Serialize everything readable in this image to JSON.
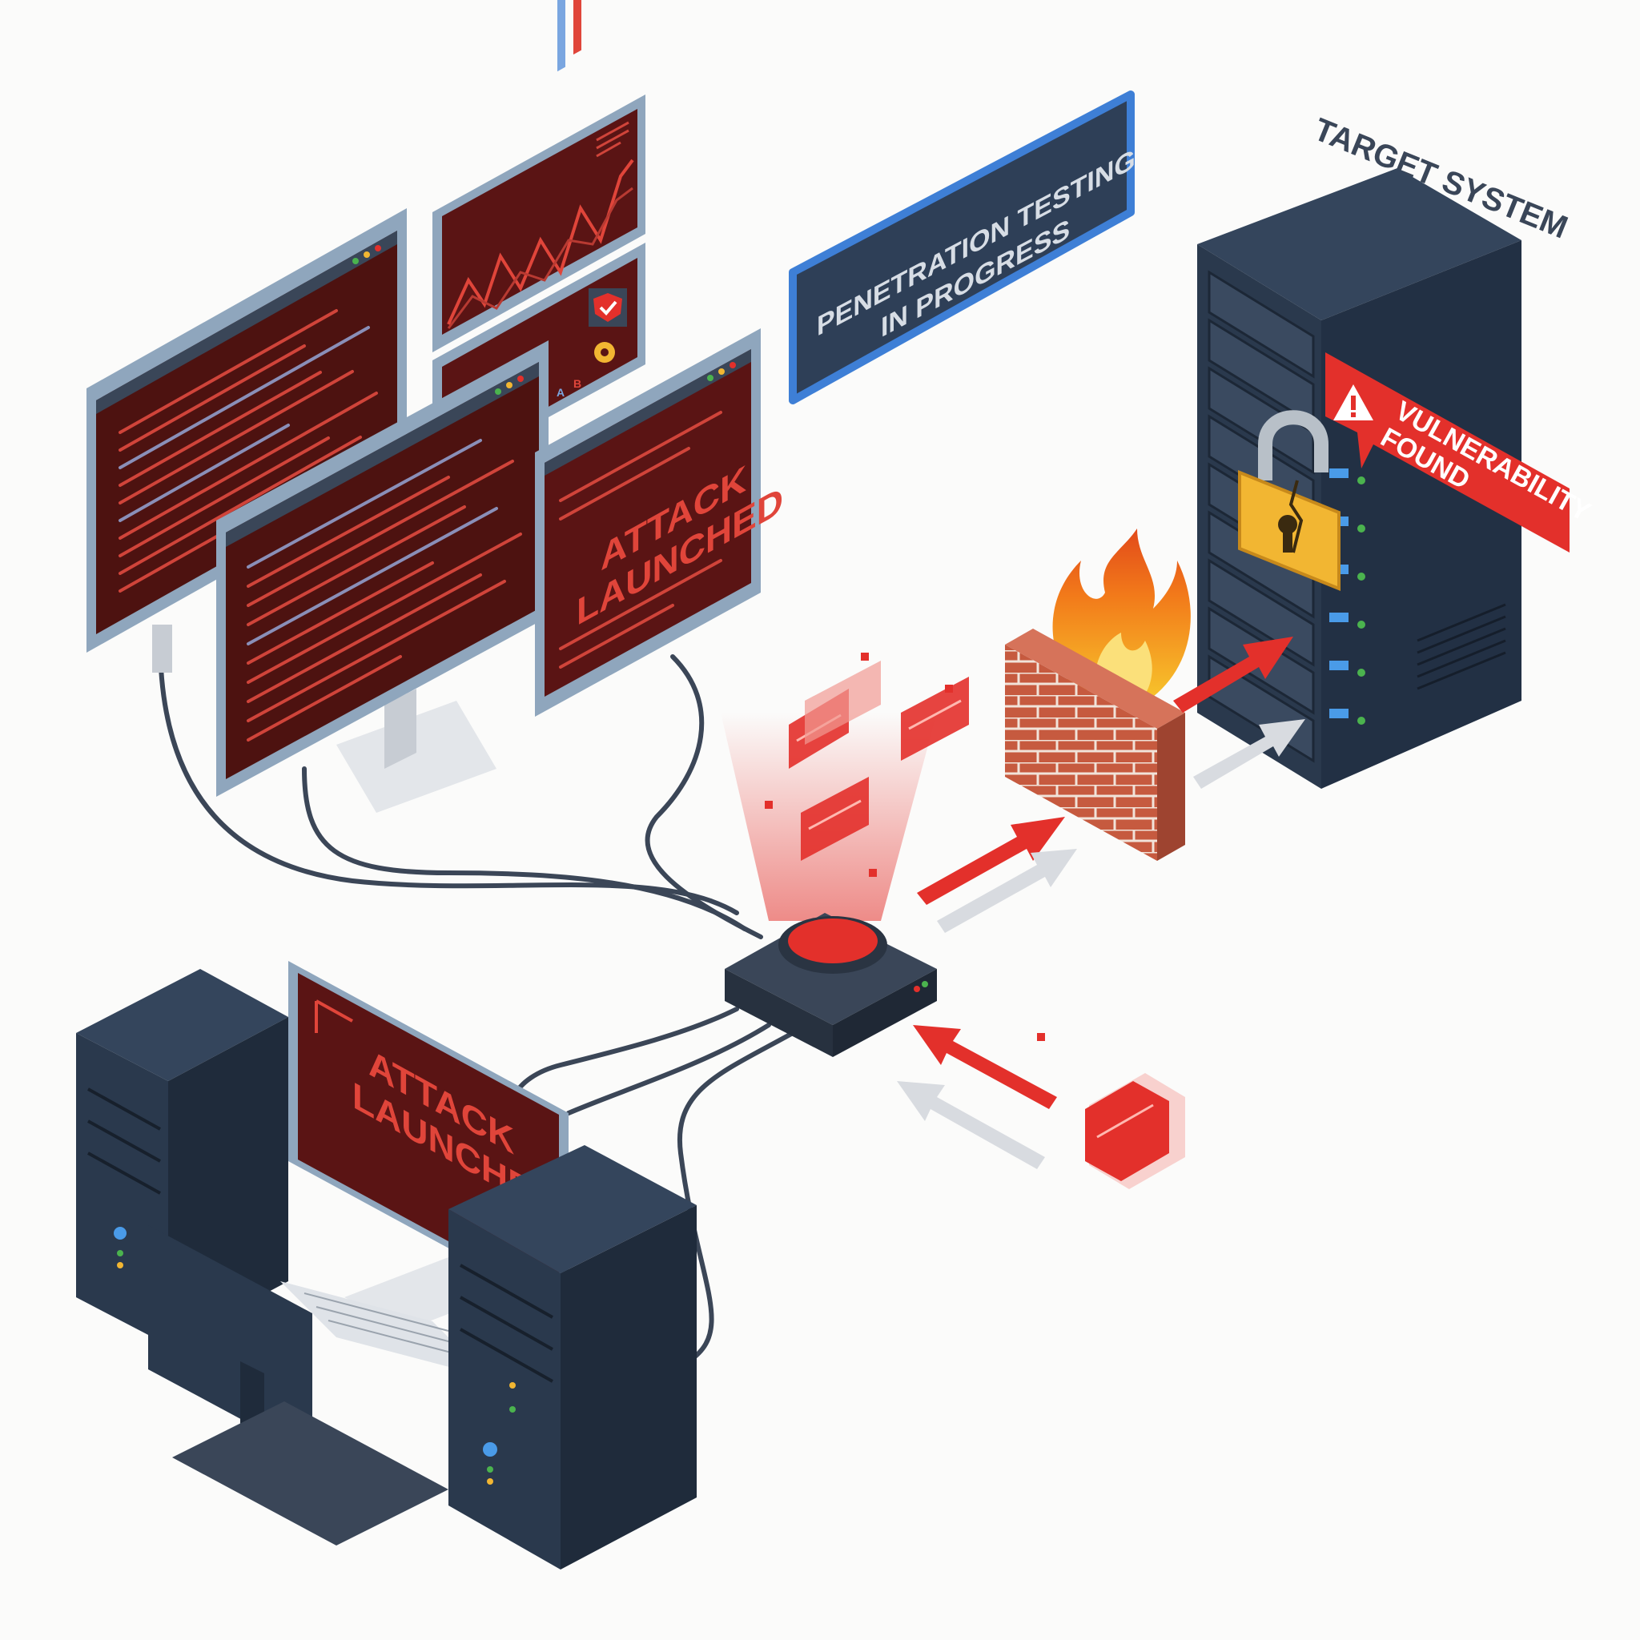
{
  "banner": {
    "line1": "PENETRATION TESTING",
    "line2": "IN PROGRESS"
  },
  "target": {
    "title": "TARGET SYSTEM",
    "alert_line1": "VULNERABILITY",
    "alert_line2": "FOUND",
    "alert_icon": "warning-triangle-icon",
    "lock_icon": "broken-padlock-icon"
  },
  "monitors": {
    "attack_line1": "ATTACK",
    "attack_line2": "LAUNCHED",
    "chart_labels": [
      "A",
      "B"
    ]
  },
  "workstation": {
    "screen_line1": "ATTACK",
    "screen_line2": "LAUNCHED"
  },
  "colors": {
    "screen_bg": "#5a1414",
    "screen_text": "#e0453a",
    "dark_case": "#2c3a4d",
    "accent_red": "#e3302b",
    "banner_border": "#3e7fd6",
    "banner_bg": "#2e3f57",
    "firewall_brick": "#c65a3f",
    "lock_gold": "#f2b632"
  },
  "icons": [
    "fire-icon",
    "shield-check-icon",
    "gear-icon",
    "warning-triangle-icon",
    "broken-padlock-icon"
  ]
}
